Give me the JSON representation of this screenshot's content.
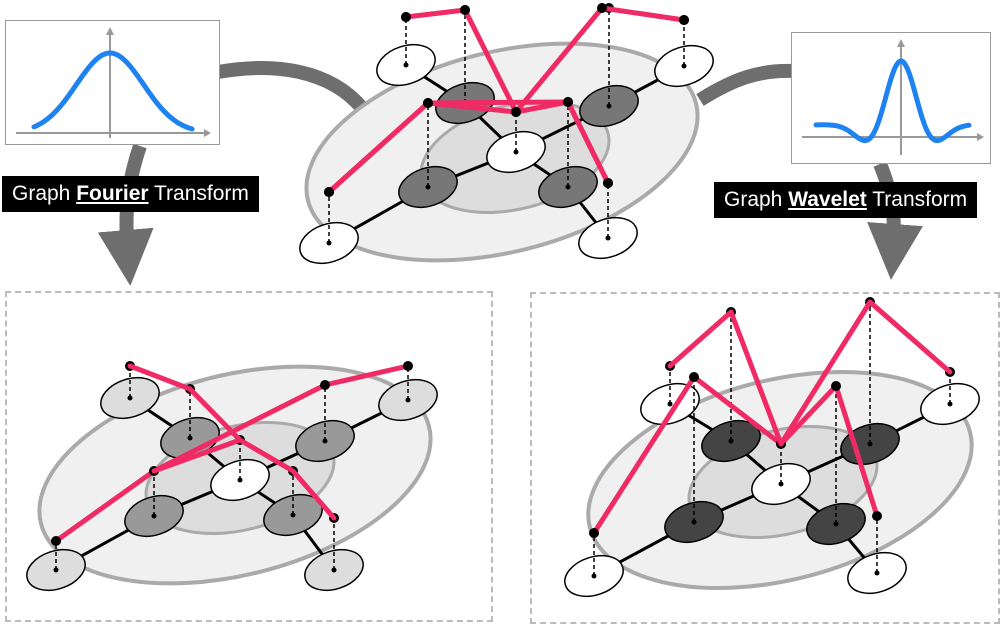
{
  "fourier_label": {
    "pre": "Graph ",
    "key": "Fourier",
    "post": " Transform"
  },
  "wavelet_label": {
    "pre": "Graph ",
    "key": "Wavelet",
    "post": " Transform"
  },
  "colors": {
    "signal": "#ef2a64",
    "spectrum": "#1e82f0",
    "arrow": "#6e6e6e",
    "disc_outer": "#f0f0f0",
    "disc_inner": "#dddddd",
    "disc_stroke": "#aaaaaa"
  }
}
